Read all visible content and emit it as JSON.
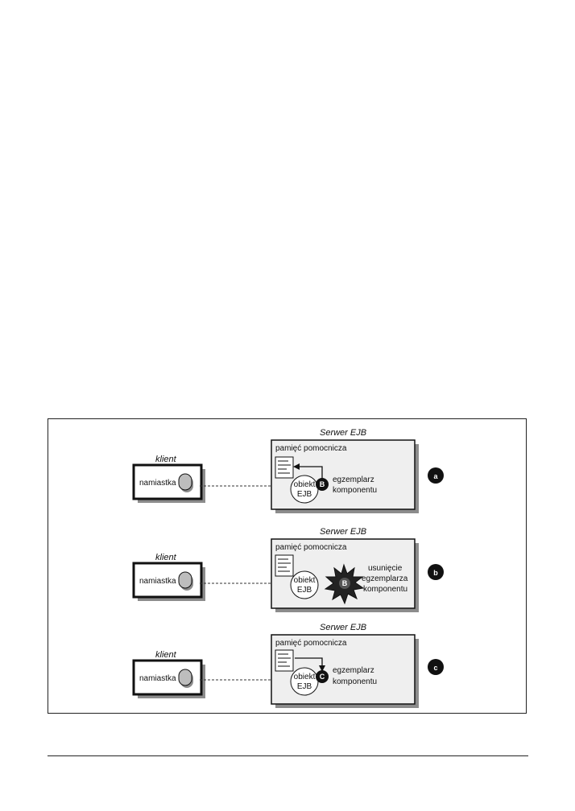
{
  "panels": [
    {
      "id": "a",
      "client_title": "klient",
      "stub_label": "namiastka",
      "server_title": "Serwer EJB",
      "cache_label": "pamięć pomocnicza",
      "ejb_object_lines": [
        "obiekt",
        "EJB"
      ],
      "bean_letter": "B",
      "bean_text_lines": [
        "egzemplarz",
        "komponentu"
      ],
      "state_letter": "a"
    },
    {
      "id": "b",
      "client_title": "klient",
      "stub_label": "namiastka",
      "server_title": "Serwer EJB",
      "cache_label": "pamięć pomocnicza",
      "ejb_object_lines": [
        "obiekt",
        "EJB"
      ],
      "bean_letter": "B",
      "bean_text_lines": [
        "usunięcie",
        "egzemplarza",
        "komponentu"
      ],
      "state_letter": "b"
    },
    {
      "id": "c",
      "client_title": "klient",
      "stub_label": "namiastka",
      "server_title": "Serwer EJB",
      "cache_label": "pamięć pomocnicza",
      "ejb_object_lines": [
        "obiekt",
        "EJB"
      ],
      "bean_letter": "C",
      "bean_text_lines": [
        "egzemplarz",
        "komponentu"
      ],
      "state_letter": "c"
    }
  ],
  "colors": {
    "server_fill": "#efefef",
    "shadow": "#8c8c8c",
    "badge": "#111111",
    "explosion": "#222222",
    "stub_fill": "#bdbdbd"
  }
}
